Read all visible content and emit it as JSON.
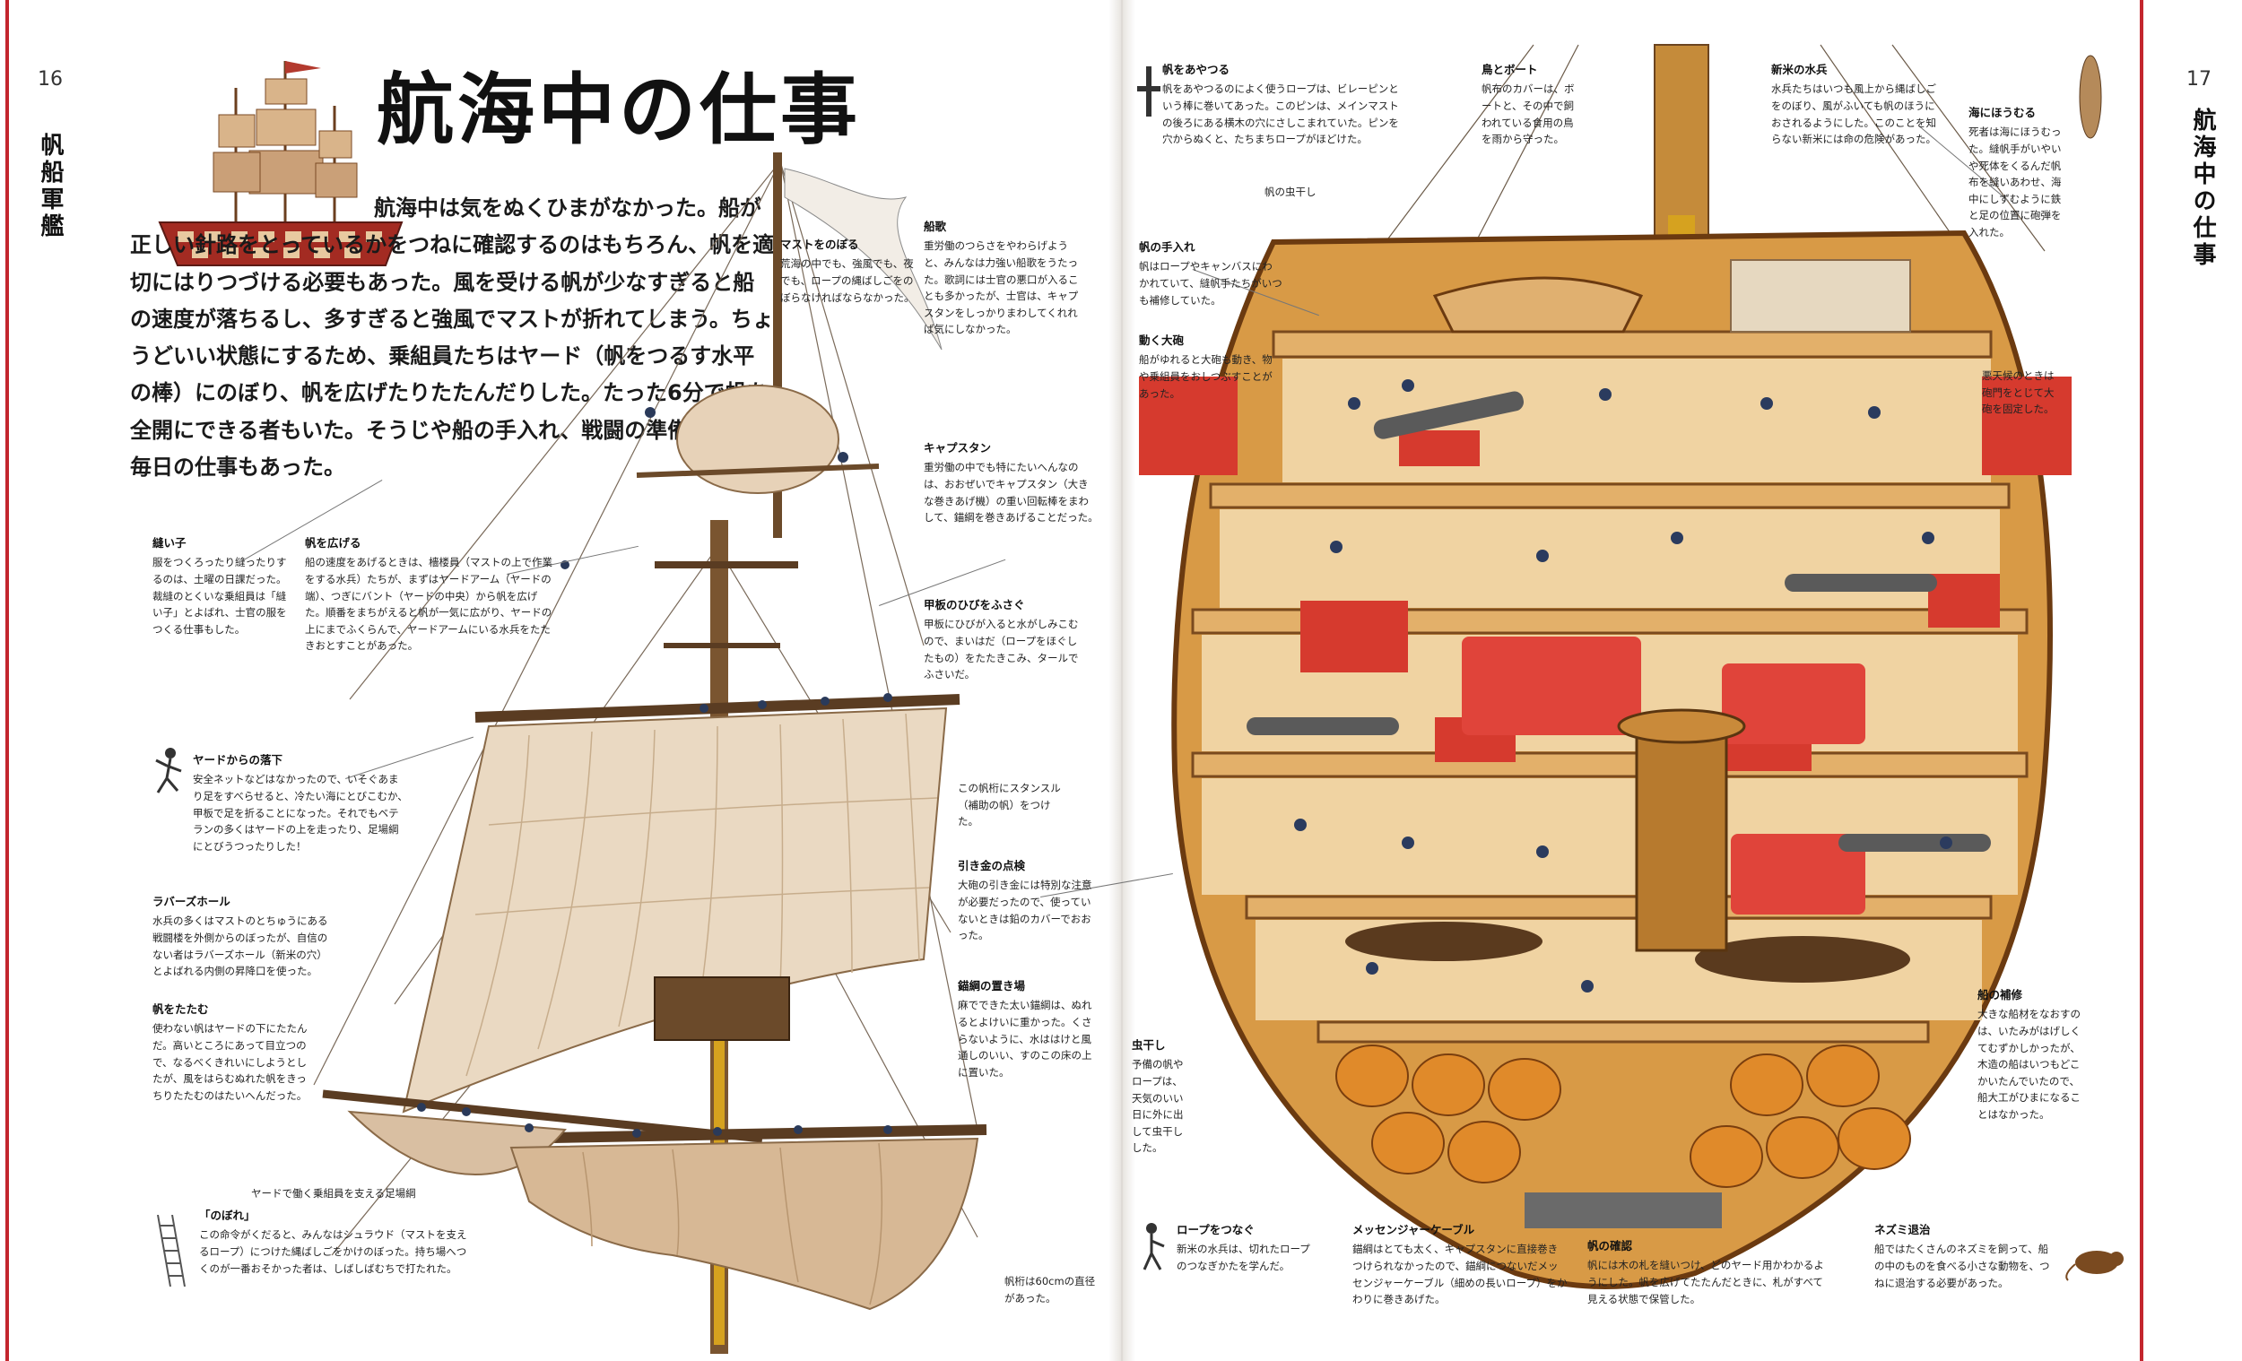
{
  "page": {
    "left_page_number": "16",
    "right_page_number": "17",
    "left_side_title": "帆船軍艦",
    "right_side_title": "航海中の仕事",
    "main_title": "航海中の仕事",
    "intro": "航海中は気をぬくひまがなかった。船が正しい針路をとっているかをつねに確認するのはもちろん、帆を適切にはりつづける必要もあった。風を受ける帆が少なすぎると船の速度が落ちるし、多すぎると強風でマストが折れてしまう。ちょうどいい状態にするため、乗組員たちはヤード（帆をつるす水平の棒）にのぼり、帆を広げたりたたんだりした。たった6分で帆を全開にできる者もいた。そうじや船の手入れ、戦闘の準備といった毎日の仕事もあった。"
  },
  "captions": {
    "nuiko": {
      "heading": "縫い子",
      "text": "服をつくろったり縫ったりするのは、土曜の日課だった。裁縫のとくいな乗組員は「縫い子」とよばれ、士官の服をつくる仕事もした。"
    },
    "ho_wo_hirogeru": {
      "heading": "帆を広げる",
      "text": "船の速度をあげるときは、檣楼員（マストの上で作業をする水兵）たちが、まずはヤードアーム（ヤードの端）、つぎにバント（ヤードの中央）から帆を広げた。順番をまちがえると帆が一気に広がり、ヤードの上にまでふくらんで、ヤードアームにいる水兵をたたきおとすことがあった。"
    },
    "yard_rakka": {
      "heading": "ヤードからの落下",
      "text": "安全ネットなどはなかったので、いそぐあまり足をすべらせると、冷たい海にとびこむか、甲板で足を折ることになった。それでもベテランの多くはヤードの上を走ったり、足場綱にとびうつったりした！"
    },
    "lubbers_hole": {
      "heading": "ラバーズホール",
      "text": "水兵の多くはマストのとちゅうにある戦闘楼を外側からのぼったが、自信のない者はラバーズホール（新米の穴）とよばれる内側の昇降口を使った。"
    },
    "ho_wo_tatamu": {
      "heading": "帆をたたむ",
      "text": "使わない帆はヤードの下にたたんだ。高いところにあって目立つので、なるべくきれいにしようとしたが、風をはらむぬれた帆をきっちりたたむのはたいへんだった。"
    },
    "nobore": {
      "heading": "「のぼれ」",
      "text": "この命令がくだると、みんなはシュラウド（マストを支えるロープ）につけた縄ばしごをかけのぼった。持ち場へつくのが一番おそかった者は、しばしばむちで打たれた。"
    },
    "ashiba": {
      "heading": "",
      "text": "ヤードで働く乗組員を支える足場綱"
    },
    "mast_noboru": {
      "heading": "マストをのぼる",
      "text": "荒海の中でも、強風でも、夜でも、ロープの縄ばしごをのぼらなければならなかった。"
    },
    "funauta": {
      "heading": "船歌",
      "text": "重労働のつらさをやわらげようと、みんなは力強い船歌をうたった。歌詞には士官の悪口が入ることも多かったが、士官は、キャプスタンをしっかりまわしてくれれば気にしなかった。"
    },
    "capstan": {
      "heading": "キャプスタン",
      "text": "重労働の中でも特にたいへんなのは、おおぜいでキャプスタン（大きな巻きあげ機）の重い回転棒をまわして、錨綱を巻きあげることだった。"
    },
    "kanpan_hibi": {
      "heading": "甲板のひびをふさぐ",
      "text": "甲板にひびが入ると水がしみこむので、まいはだ（ロープをほぐしたもの）をたたきこみ、タールでふさいだ。"
    },
    "stunsail": {
      "heading": "",
      "text": "この帆桁にスタンスル（補助の帆）をつけた。"
    },
    "hikigane": {
      "heading": "引き金の点検",
      "text": "大砲の引き金には特別な注意が必要だったので、使っていないときは鉛のカバーでおおった。"
    },
    "byoukou_okiba": {
      "heading": "錨綱の置き場",
      "text": "麻でできた太い錨綱は、ぬれるとよけいに重かった。くさらないように、水ははけと風通しのいい、すのこの床の上に置いた。"
    },
    "hoketa": {
      "heading": "",
      "text": "帆桁は60cmの直径があった。"
    },
    "ho_wo_ayatsuru": {
      "heading": "帆をあやつる",
      "text": "帆をあやつるのによく使うロープは、ビレーピンという棒に巻いてあった。このピンは、メインマストの後ろにある横木の穴にさしこまれていた。ピンを穴からぬくと、たちまちロープがほどけた。"
    },
    "tori_boat": {
      "heading": "鳥とボート",
      "text": "帆布のカバーは、ボートと、その中で飼われている食用の鳥を雨から守った。"
    },
    "hoshi_label": {
      "heading": "",
      "text": "帆の虫干し"
    },
    "shinmai": {
      "heading": "新米の水兵",
      "text": "水兵たちはいつも風上から縄ばしごをのぼり、風がふいても帆のほうにおされるようにした。このことを知らない新米には命の危険があった。"
    },
    "umi_ni_houmuru": {
      "heading": "海にほうむる",
      "text": "死者は海にほうむった。縫帆手がいやいや死体をくるんだ帆布を縫いあわせ、海中にしずむように鉄と足の位置に砲弾を入れた。"
    },
    "ho_teire": {
      "heading": "帆の手入れ",
      "text": "帆はロープやキャンバスにわかれていて、縫帆手たちがいつも補修していた。"
    },
    "ugoku_taihou": {
      "heading": "動く大砲",
      "text": "船がゆれると大砲も動き、物や乗組員をおしつぶすことがあった。"
    },
    "housou": {
      "heading": "",
      "text": "悪天候のときは砲門をとじて大砲を固定した。"
    },
    "fune_hoshuu": {
      "heading": "船の補修",
      "text": "大きな船材をなおすのは、いたみがはげしくてむずかしかったが、木造の船はいつもどこかいたんでいたので、船大工がひまになることはなかった。"
    },
    "mushiboshi": {
      "heading": "虫干し",
      "text": "予備の帆やロープは、天気のいい日に外に出して虫干しした。"
    },
    "rope_tsunagu": {
      "heading": "ロープをつなぐ",
      "text": "新米の水兵は、切れたロープのつなぎかたを学んだ。"
    },
    "messenger": {
      "heading": "メッセンジャーケーブル",
      "text": "錨綱はとても太く、キャプスタンに直接巻きつけられなかったので、錨綱につないだメッセンジャーケーブル（細めの長いロープ）をかわりに巻きあげた。"
    },
    "ho_kakunin": {
      "heading": "帆の確認",
      "text": "帆には木の札を縫いつけ、どのヤード用かわかるようにした。帆を広げてたたんだときに、札がすべて見える状態で保管した。"
    },
    "nezumi": {
      "heading": "ネズミ退治",
      "text": "船ではたくさんのネズミを飼って、船の中のものを食べる小さな動物を、つねに退治する必要があった。"
    }
  },
  "colors": {
    "accent_red": "#c3262e",
    "wood": "#c98a3a",
    "sail": "#e8d9c2"
  }
}
